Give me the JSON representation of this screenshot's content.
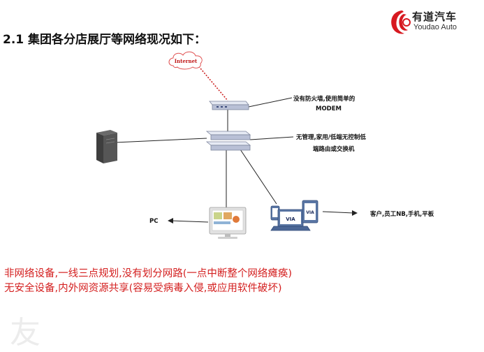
{
  "title": "2.1 集团各分店展厅等网络现况如下：",
  "logo": {
    "cn": "有道汽车",
    "en": "Youdao Auto"
  },
  "cloud_label": "Internet",
  "labels": {
    "modem_line1": "没有防火墙,使用简单的",
    "modem_line2": "MODEM",
    "switch_line1": "无管理,家用/低端无控制低",
    "switch_line2": "端路由或交换机",
    "pc": "PC",
    "clients": "客户,员工NB,手机,平板"
  },
  "device_screen_text": "VIA",
  "notes": [
    "非网络设备,一线三点规划,没有划分网路(一点中断整个网络瘫痪)",
    "无安全设备,内外网资源共享(容易受病毒入侵,或应用软件破坏)"
  ],
  "watermark": "友",
  "colors": {
    "note": "#d42020",
    "dotted_link": "#cc2222",
    "logo_red": "#d71920"
  }
}
